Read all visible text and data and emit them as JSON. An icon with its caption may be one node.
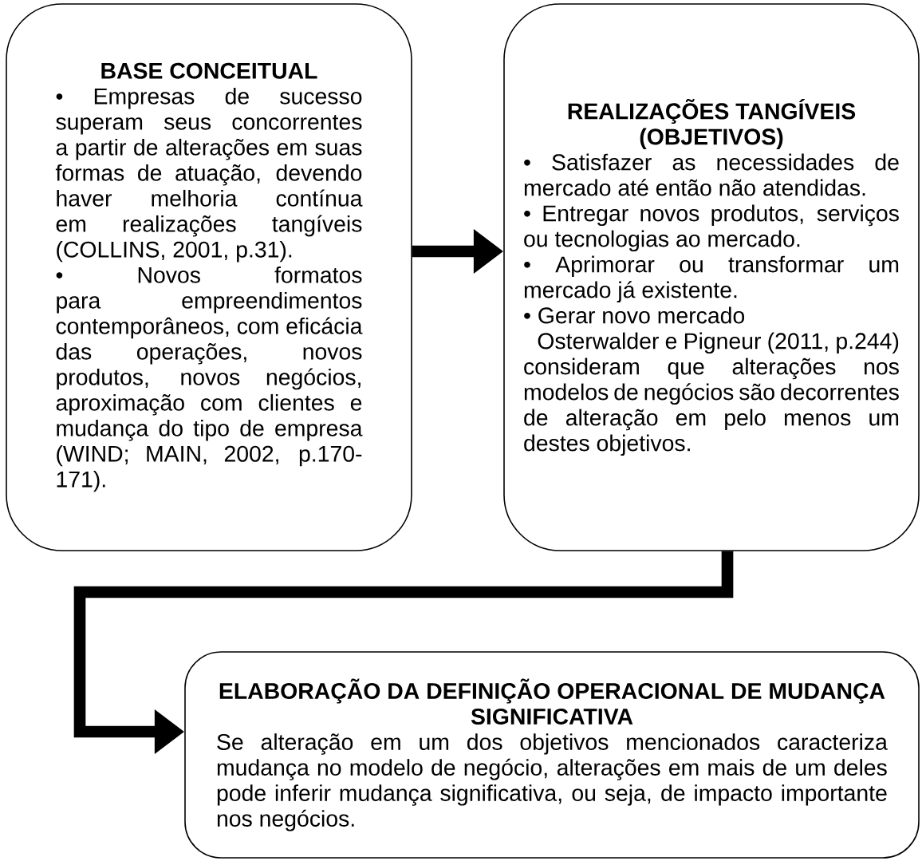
{
  "diagram": {
    "nodes": [
      {
        "text": [
          "BASE CONCEITUAL",
          "• Empresas de sucesso superam seus concorrentes a partir de alterações em suas formas de atuação, devendo haver melhoria contínua em realizações tangíveis (COLLINS, 2001, p.31).",
          "• Novos formatos para empreendimentos contemporâneos, com eficácia das operações, novos produtos, novos negócios, aproximação com clientes e mudança do tipo de empresa (WIND; MAIN, 2002, p.170-171)."
        ]
      },
      {
        "text": [
          "REALIZAÇÕES TANGÍVEIS (OBJETIVOS)",
          "• Satisfazer as necessidades de mercado até então não atendidas.",
          "• Entregar novos produtos, serviços ou tecnologias ao mercado.",
          "• Aprimorar ou transformar um mercado já existente.",
          "• Gerar novo mercado",
          "Osterwalder e Pigneur (2011, p.244) consideram que alterações nos modelos de negócios são decorrentes de alteração em pelo menos um destes objetivos."
        ]
      },
      {
        "text": [
          "ELABORAÇÃO DA DEFINIÇÃO OPERACIONAL DE MUDANÇA SIGNIFICATIVA",
          "Se alteração em um dos objetivos mencionados caracteriza mudança no modelo de negócio, alterações em mais de um deles pode inferir mudança significativa, ou seja, de impacto importante nos negócios."
        ]
      }
    ],
    "edges": [
      {
        "from": 0,
        "to": 1,
        "arrow": "to"
      },
      {
        "from": 1,
        "to": 2,
        "arrow": "to"
      }
    ]
  }
}
